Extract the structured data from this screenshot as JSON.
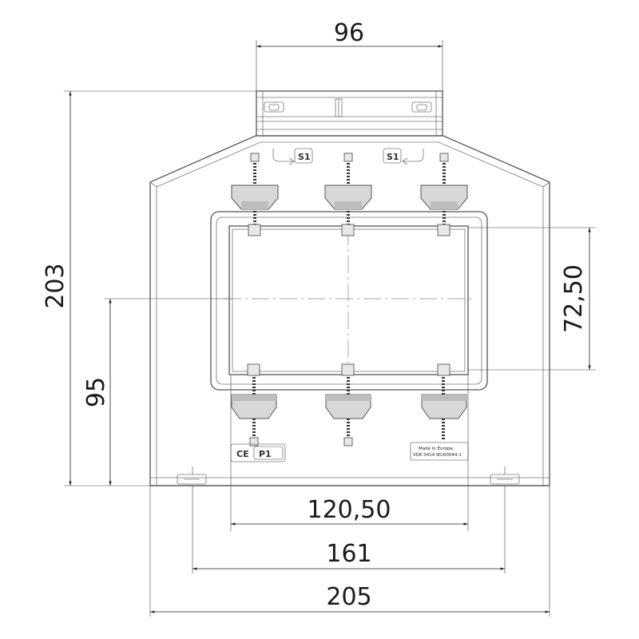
{
  "drawing": {
    "dimensions": {
      "top_width": "96",
      "overall_height": "203",
      "window_height": "72,50",
      "center_height": "95",
      "window_width": "120,50",
      "mount_spacing": "161",
      "overall_width": "205"
    },
    "markings": {
      "s1_left": "S1",
      "s1_right": "S1",
      "p1": "P1",
      "ce": "CE",
      "made_in": "Made in Europe",
      "standards": "VDE 0414 IEC60044-1"
    }
  }
}
